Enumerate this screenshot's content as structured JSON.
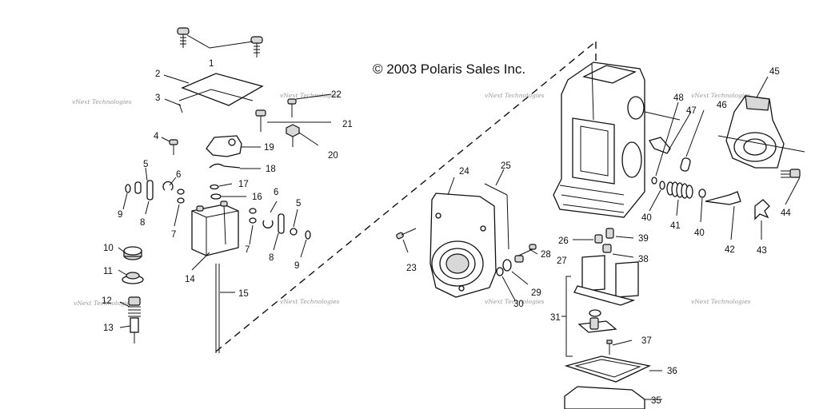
{
  "copyright": "© 2003 Polaris Sales Inc.",
  "watermark": "vNext Technologies",
  "part_numbers": [
    "1",
    "2",
    "3",
    "4",
    "5",
    "6",
    "7",
    "8",
    "9",
    "10",
    "11",
    "12",
    "13",
    "14",
    "15",
    "16",
    "17",
    "18",
    "19",
    "20",
    "21",
    "22",
    "23",
    "24",
    "25",
    "26",
    "27",
    "28",
    "29",
    "30",
    "31",
    "35",
    "36",
    "37",
    "38",
    "39",
    "40",
    "41",
    "42",
    "43",
    "44",
    "45",
    "46",
    "47",
    "48"
  ]
}
